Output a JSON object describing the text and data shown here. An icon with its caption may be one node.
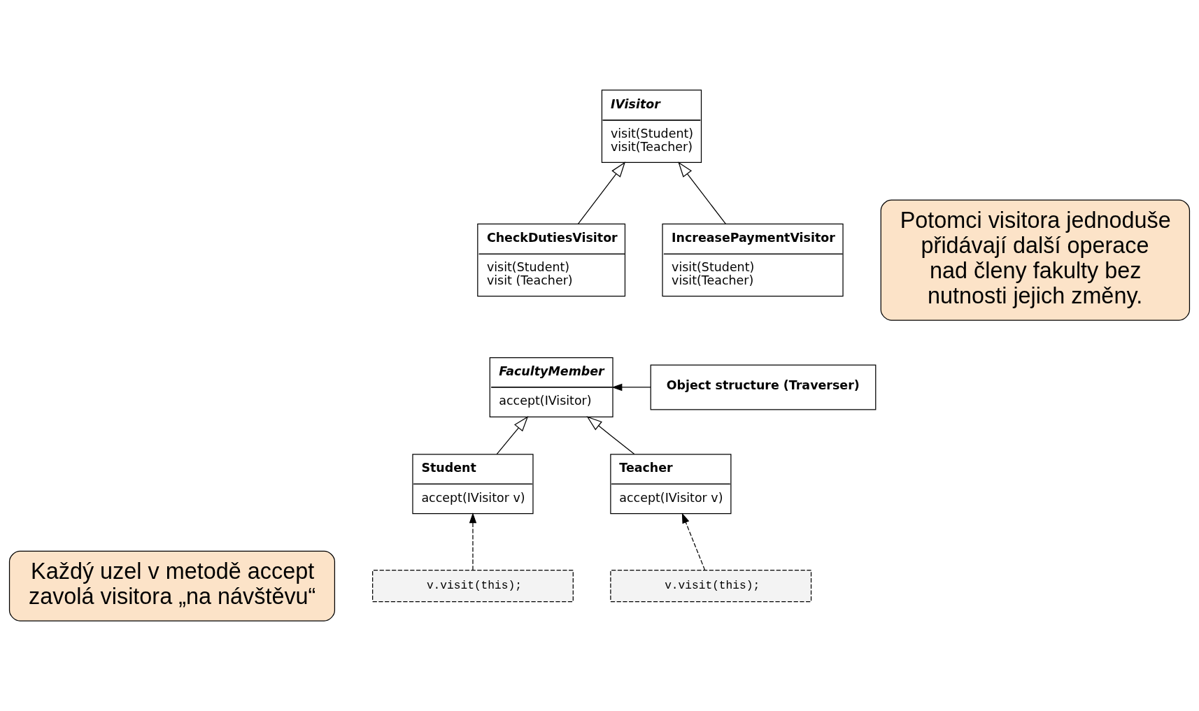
{
  "diagram": {
    "nodes": [
      {
        "text": [
          "IVisitor",
          "visit(Student)",
          "visit(Teacher)"
        ]
      },
      {
        "text": [
          "CheckDutiesVisitor",
          "visit(Student)",
          "visit (Teacher)"
        ]
      },
      {
        "text": [
          "IncreasePaymentVisitor",
          "visit(Student)",
          "visit(Teacher)"
        ]
      },
      {
        "text": [
          "Potomci visitora jednoduše přidávají další operace nad členy fakulty bez nutnosti jejich změny."
        ]
      },
      {
        "text": [
          "Object structure (Traverser)"
        ]
      },
      {
        "text": [
          "FacultyMember",
          "accept(IVisitor)"
        ]
      },
      {
        "text": [
          "Student",
          "accept(IVisitor v)"
        ]
      },
      {
        "text": [
          "Teacher",
          "accept(IVisitor v)"
        ]
      },
      {
        "text": [
          "Každý uzel v metodě accept zavolá visitora „na návštěvu“"
        ]
      },
      {
        "text": [
          "v.visit(this);"
        ]
      },
      {
        "text": [
          "v.visit(this);"
        ]
      }
    ],
    "edges": [
      {
        "from": 1,
        "to": 0,
        "arrow": "to"
      },
      {
        "from": 2,
        "to": 0,
        "arrow": "to"
      },
      {
        "from": 4,
        "to": 5,
        "arrow": "to"
      },
      {
        "from": 6,
        "to": 5,
        "arrow": "to"
      },
      {
        "from": 7,
        "to": 5,
        "arrow": "to"
      },
      {
        "from": 9,
        "to": 6,
        "arrow": "to",
        "style": "dashed"
      },
      {
        "from": 10,
        "to": 7,
        "arrow": "to",
        "style": "dashed"
      }
    ]
  }
}
